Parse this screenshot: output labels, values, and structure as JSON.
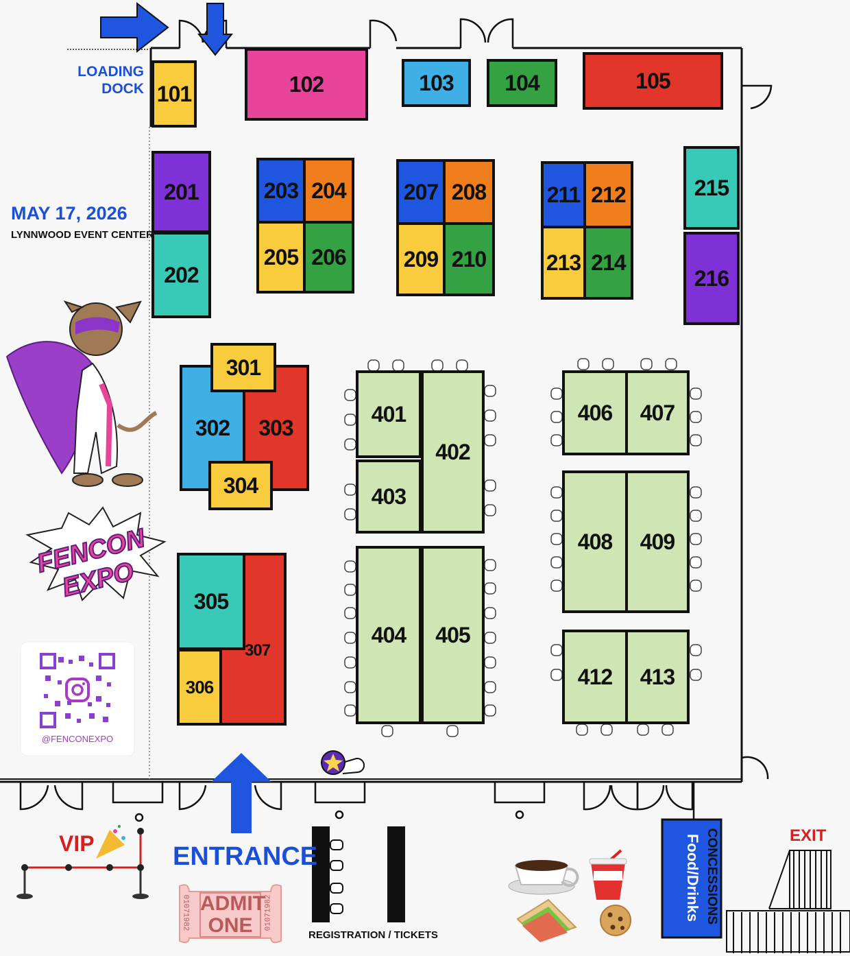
{
  "event": {
    "date": "MAY 17, 2026",
    "venue": "LYNNWOOD EVENT CENTER",
    "logo_text": "FENCON EXPO",
    "social_handle": "@FENCONEXPO"
  },
  "labels": {
    "loading_dock_1": "LOADING",
    "loading_dock_2": "DOCK",
    "vip": "VIP",
    "entrance": "ENTRANCE",
    "admit_1": "ADMIT",
    "admit_2": "ONE",
    "ticket_serial": "01071982",
    "registration": "REGISTRATION / TICKETS",
    "concessions": "CONCESSIONS",
    "food_drinks": "Food/Drinks",
    "exit": "EXIT"
  },
  "colors": {
    "yellow": "#f8cc3d",
    "pink": "#e7449a",
    "sky": "#3fb0e6",
    "green": "#34a143",
    "red": "#e2362a",
    "purple": "#7d31d6",
    "teal": "#39c9b7",
    "blue": "#1f56e0",
    "orange": "#f07e1c",
    "light_green": "#cfe6b4",
    "accent_blue": "#1a4fd8"
  },
  "booths": {
    "b101": "101",
    "b102": "102",
    "b103": "103",
    "b104": "104",
    "b105": "105",
    "b201": "201",
    "b202": "202",
    "b203": "203",
    "b204": "204",
    "b205": "205",
    "b206": "206",
    "b207": "207",
    "b208": "208",
    "b209": "209",
    "b210": "210",
    "b211": "211",
    "b212": "212",
    "b213": "213",
    "b214": "214",
    "b215": "215",
    "b216": "216",
    "b301": "301",
    "b302": "302",
    "b303": "303",
    "b304": "304",
    "b305": "305",
    "b306": "306",
    "b307": "307",
    "b401": "401",
    "b402": "402",
    "b403": "403",
    "b404": "404",
    "b405": "405",
    "b406": "406",
    "b407": "407",
    "b408": "408",
    "b409": "409",
    "b412": "412",
    "b413": "413"
  }
}
